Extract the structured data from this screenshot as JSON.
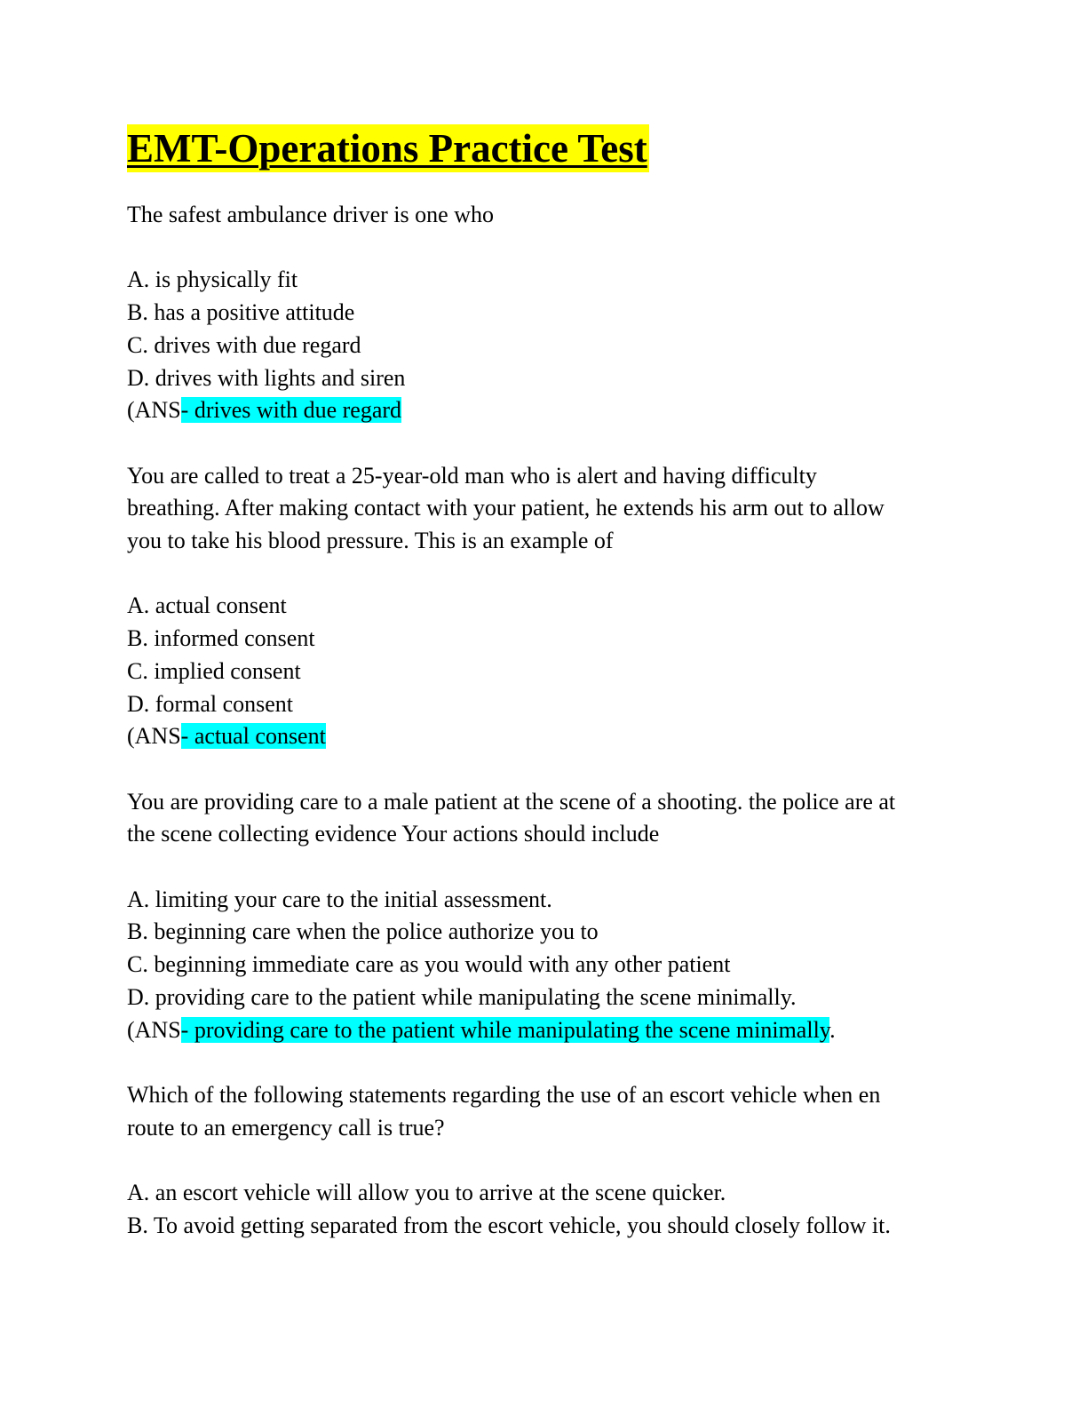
{
  "document": {
    "title": "EMT-Operations Practice Test",
    "questions": [
      {
        "stem": [
          "The safest ambulance driver is one who"
        ],
        "options": [
          "A. is physically fit",
          "B. has a positive attitude",
          "C. drives with due regard",
          "D. drives with lights and siren"
        ],
        "answer_prefix": "(ANS",
        "answer": "- drives with due regard",
        "answer_suffix": ""
      },
      {
        "stem": [
          "You are called to treat a 25-year-old man who is alert and having difficulty",
          "breathing. After making contact with your patient, he extends his arm out to allow",
          "you to take his blood pressure. This is an example of"
        ],
        "options": [
          "A. actual consent",
          "B. informed consent",
          "C. implied consent",
          "D. formal consent"
        ],
        "answer_prefix": "(ANS",
        "answer": "- actual consent",
        "answer_suffix": ""
      },
      {
        "stem": [
          "You are providing care to a male patient at the scene of a shooting. the police are at",
          "the scene collecting evidence Your actions should include"
        ],
        "options": [
          "A. limiting your care to the initial assessment.",
          "B. beginning care when the police authorize you to",
          "C. beginning immediate care as you would with any other patient",
          "D. providing care to the patient while manipulating the scene minimally."
        ],
        "answer_prefix": "(ANS",
        "answer": "- providing care to the patient while manipulating the scene minimally",
        "answer_suffix": "."
      },
      {
        "stem": [
          "Which of the following statements regarding the use of an escort vehicle when en",
          "route to an emergency call is true?"
        ],
        "options": [
          "A. an escort vehicle will allow you to arrive at the scene quicker.",
          "B. To avoid getting separated from the escort vehicle, you should closely follow it."
        ]
      }
    ]
  }
}
